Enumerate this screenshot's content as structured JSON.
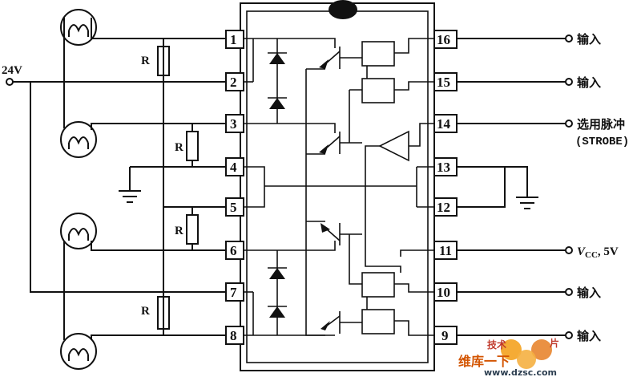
{
  "supply_label": "24V",
  "resistor_label": "R",
  "pins_left": [
    "1",
    "2",
    "3",
    "4",
    "5",
    "6",
    "7",
    "8"
  ],
  "pins_right": [
    "16",
    "15",
    "14",
    "13",
    "12",
    "11",
    "10",
    "9"
  ],
  "outputs": {
    "p16": "输入",
    "p15": "输入",
    "p14_line1": "选用脉冲",
    "p14_line2": "(STROBE)",
    "p11_v": "V",
    "p11_sub": "CC",
    "p11_rest": ", 5V",
    "p10": "输入",
    "p9": "输入"
  },
  "watermark": {
    "top": "技术",
    "right": "片",
    "brand": "维库一下",
    "url": "www.dzsc.com"
  }
}
